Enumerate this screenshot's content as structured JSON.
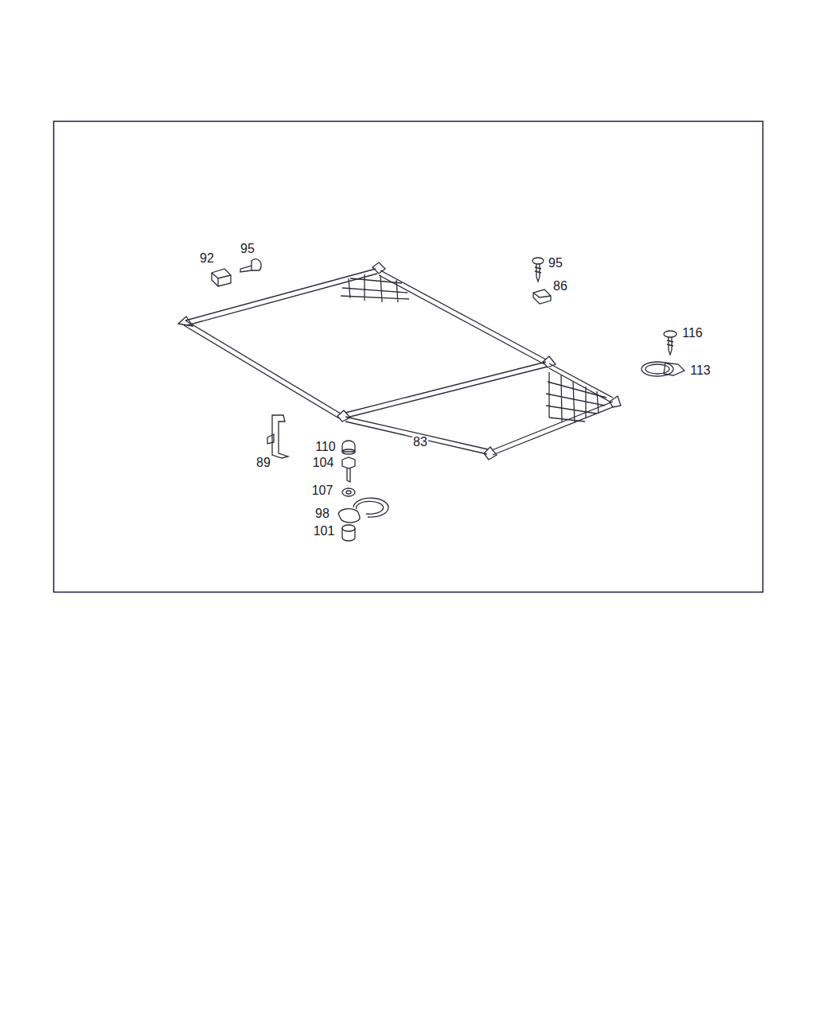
{
  "diagram": {
    "labels": [
      "92",
      "95",
      "95",
      "86",
      "116",
      "113",
      "83",
      "110",
      "104",
      "89",
      "107",
      "98",
      "101"
    ]
  }
}
